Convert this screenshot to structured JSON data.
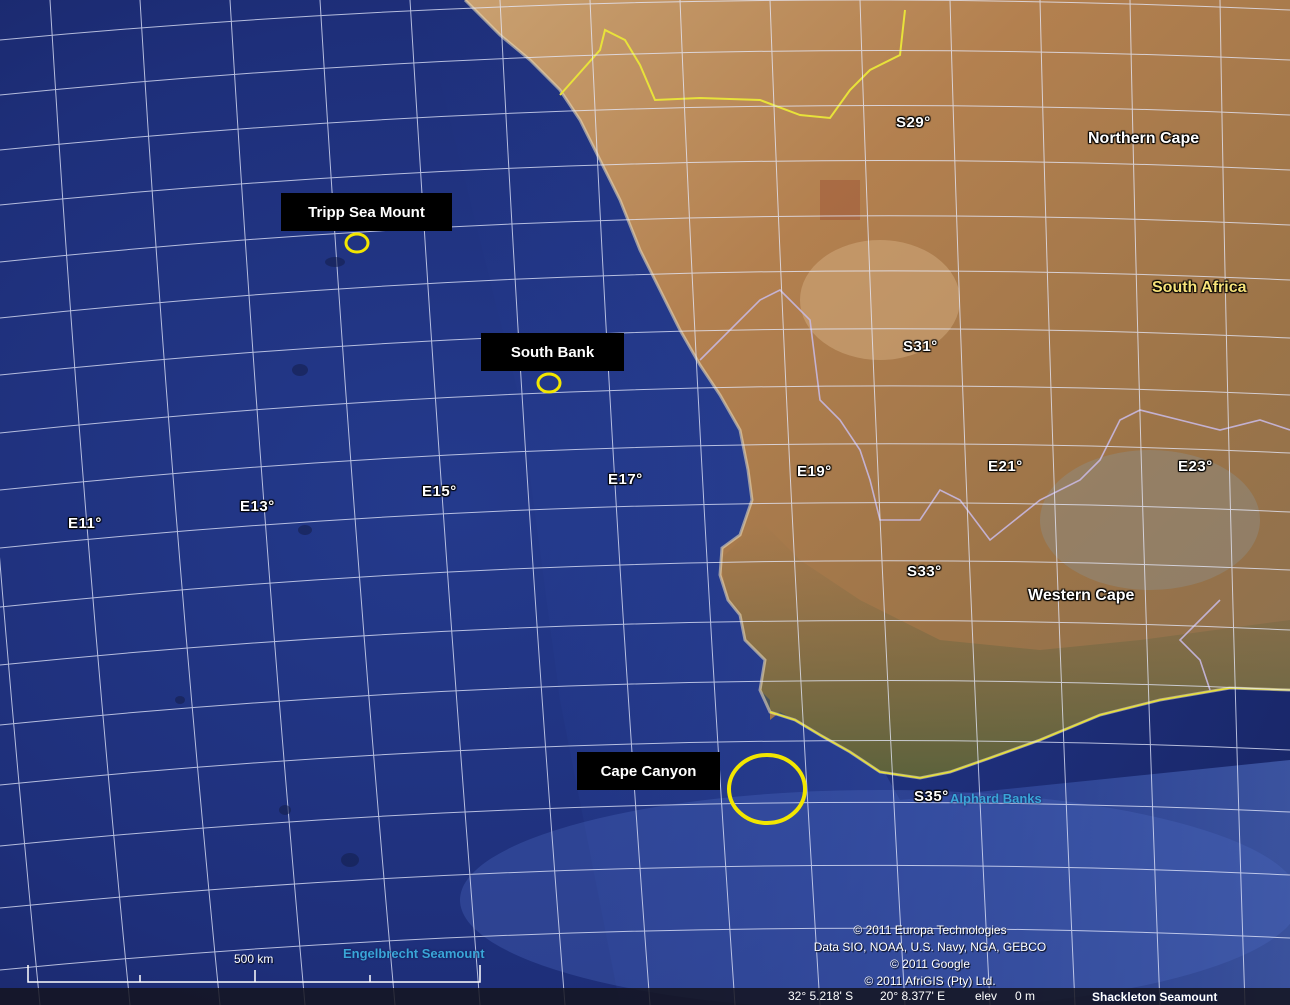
{
  "map": {
    "colors": {
      "ocean_deep": "#1e2f7a",
      "ocean_mid": "#2a44a0",
      "ocean_shelf": "#4f6fc8",
      "land_dry": "#b98a58",
      "land_green": "#5f6a3a",
      "border_national": "#e8e23a",
      "border_provincial": "#c8b8e0",
      "grid": "#e8ecff",
      "marker": "#f2e600"
    },
    "longitude_labels": [
      "E11°",
      "E13°",
      "E15°",
      "E17°",
      "E19°",
      "E21°",
      "E23°"
    ],
    "latitude_labels": [
      "S29°",
      "S31°",
      "S33°",
      "S35°"
    ],
    "regions": {
      "northern_cape": "Northern Cape",
      "south_africa": "South Africa",
      "western_cape": "Western Cape"
    },
    "sites": [
      {
        "id": "tripp",
        "label": "Tripp Sea Mount",
        "marker_icon": "circle-marker-icon"
      },
      {
        "id": "south_bank",
        "label": "South Bank",
        "marker_icon": "circle-marker-icon"
      },
      {
        "id": "cape_canyon",
        "label": "Cape Canyon",
        "marker_icon": "ellipse-marker-icon"
      }
    ],
    "features": {
      "alphard_banks": "Alphard Banks",
      "engelbrecht": "Engelbrecht Seamount",
      "shackleton": "Shackleton Seamount"
    },
    "scale": {
      "label": "500 km"
    },
    "copyright": [
      "© 2011 Europa Technologies",
      "Data SIO, NOAA, U.S. Navy, NGA, GEBCO",
      "© 2011 Google",
      "© 2011 AfriGIS (Pty) Ltd."
    ],
    "status": {
      "latitude": "32° 5.218' S",
      "longitude": "20° 8.377' E",
      "elevation_label": "elev",
      "elevation_value": "0 m"
    }
  }
}
